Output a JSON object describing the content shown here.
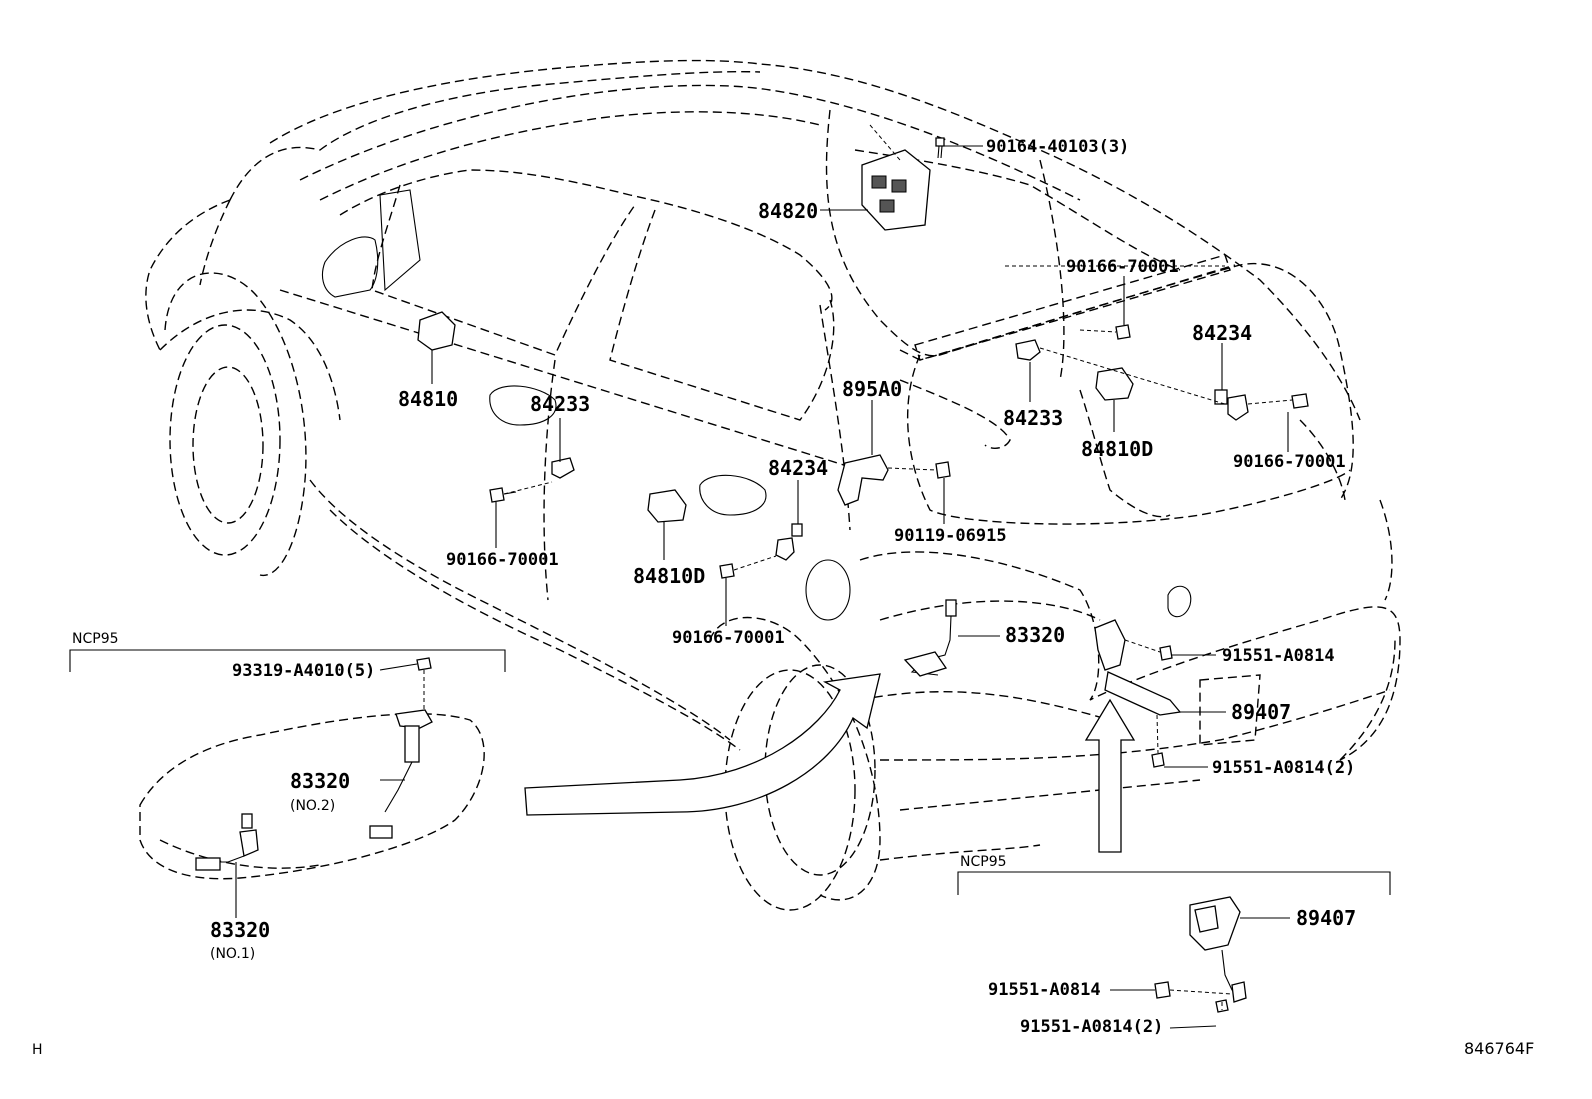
{
  "labels": {
    "p84820": "84820",
    "p90164": "90164-40103(3)",
    "p90166_tr": "90166-70001",
    "p84234_r": "84234",
    "p84810_f": "84810",
    "p84233_f": "84233",
    "p895a0": "895A0",
    "p84233_r": "84233",
    "p84810d_r": "84810D",
    "p90166_r": "90166-70001",
    "p84234_m": "84234",
    "p90119": "90119-06915",
    "p90166_l": "90166-70001",
    "p84810d_m": "84810D",
    "p90166_m": "90166-70001",
    "p83320_main": "83320",
    "p91551_a": "91551-A0814",
    "p89407_main": "89407",
    "p91551_b": "91551-A0814(2)",
    "p93319": "93319-A4010(5)",
    "p83320_no2": "83320",
    "p83320_no2_sub": "(NO.2)",
    "p83320_no1": "83320",
    "p83320_no1_sub": "(NO.1)",
    "p89407_inset": "89407",
    "p91551_c": "91551-A0814",
    "p91551_d": "91551-A0814(2)"
  },
  "insets": {
    "left_title": "NCP95",
    "right_title": "NCP95"
  },
  "footer": {
    "left_code": "H",
    "diagram_id": "846764F"
  }
}
